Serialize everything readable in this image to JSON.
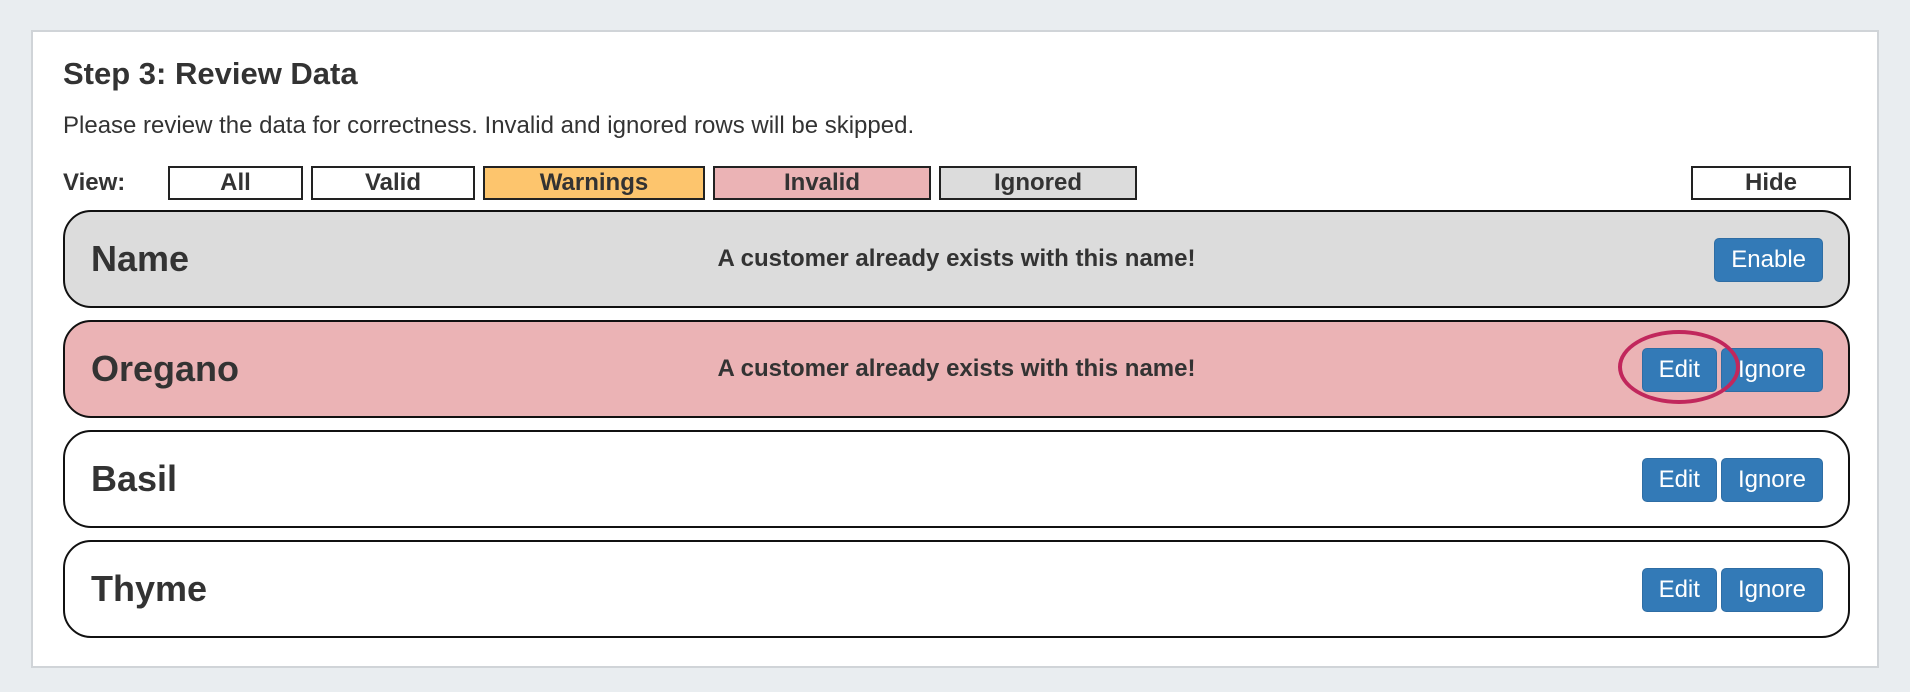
{
  "header": {
    "title": "Step 3: Review Data",
    "description": "Please review the data for correctness. Invalid and ignored rows will be skipped."
  },
  "view_filter": {
    "label": "View:",
    "options": [
      {
        "label": "All"
      },
      {
        "label": "Valid"
      },
      {
        "label": "Warnings",
        "color": "#fdc56d"
      },
      {
        "label": "Invalid",
        "color": "#ebb3b5"
      },
      {
        "label": "Ignored",
        "color": "#dcdcdc"
      }
    ],
    "hide_label": "Hide"
  },
  "rows": [
    {
      "name": "Name",
      "status": "ignored",
      "color": "#dcdcdc",
      "message": "A customer already exists with this name!",
      "actions": [
        {
          "label": "Enable"
        }
      ]
    },
    {
      "name": "Oregano",
      "status": "invalid",
      "color": "#ebb3b5",
      "message": "A customer already exists with this name!",
      "actions": [
        {
          "label": "Edit"
        },
        {
          "label": "Ignore"
        }
      ]
    },
    {
      "name": "Basil",
      "status": "valid",
      "color": "#ffffff",
      "message": "",
      "actions": [
        {
          "label": "Edit"
        },
        {
          "label": "Ignore"
        }
      ]
    },
    {
      "name": "Thyme",
      "status": "valid",
      "color": "#ffffff",
      "message": "",
      "actions": [
        {
          "label": "Edit"
        },
        {
          "label": "Ignore"
        }
      ]
    }
  ],
  "colors": {
    "button_primary": "#337ab7",
    "highlight_ring": "#c1275c"
  }
}
